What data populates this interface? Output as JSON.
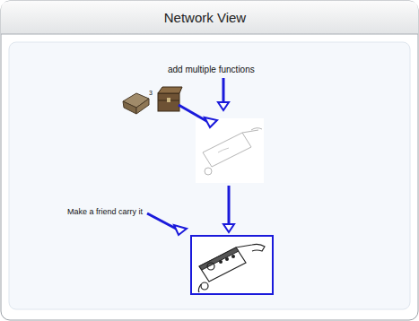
{
  "diagram": {
    "title": "Network View",
    "labels": [
      "add multiple functions",
      "3",
      "Make a friend carry it"
    ]
  }
}
